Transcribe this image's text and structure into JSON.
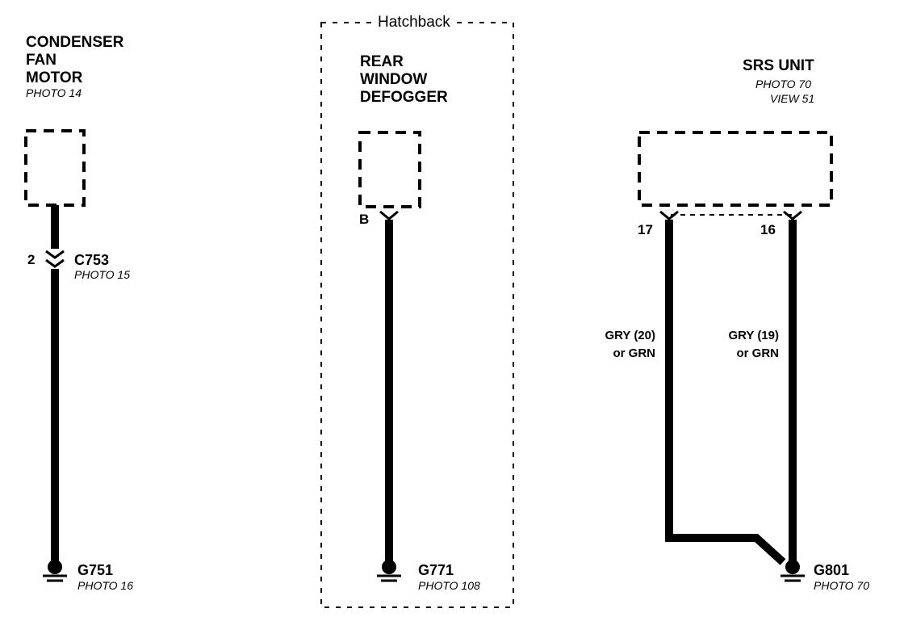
{
  "hatchback_region": {
    "label": "Hatchback"
  },
  "condenser": {
    "title_lines": [
      "CONDENSER",
      "FAN",
      "MOTOR"
    ],
    "photo": "PHOTO 14",
    "connector": {
      "pin": "2",
      "id": "C753",
      "photo": "PHOTO 15"
    },
    "ground": {
      "id": "G751",
      "photo": "PHOTO 16"
    }
  },
  "defogger": {
    "title_lines": [
      "REAR",
      "WINDOW",
      "DEFOGGER"
    ],
    "pin": "B",
    "ground": {
      "id": "G771",
      "photo": "PHOTO 108"
    }
  },
  "srs": {
    "title": "SRS UNIT",
    "photo": "PHOTO 70",
    "view": "VIEW 51",
    "pins": [
      "17",
      "16"
    ],
    "wires": [
      {
        "line1": "GRY (20)",
        "line2": "or GRN"
      },
      {
        "line1": "GRY (19)",
        "line2": "or GRN"
      }
    ],
    "ground": {
      "id": "G801",
      "photo": "PHOTO 70"
    }
  }
}
